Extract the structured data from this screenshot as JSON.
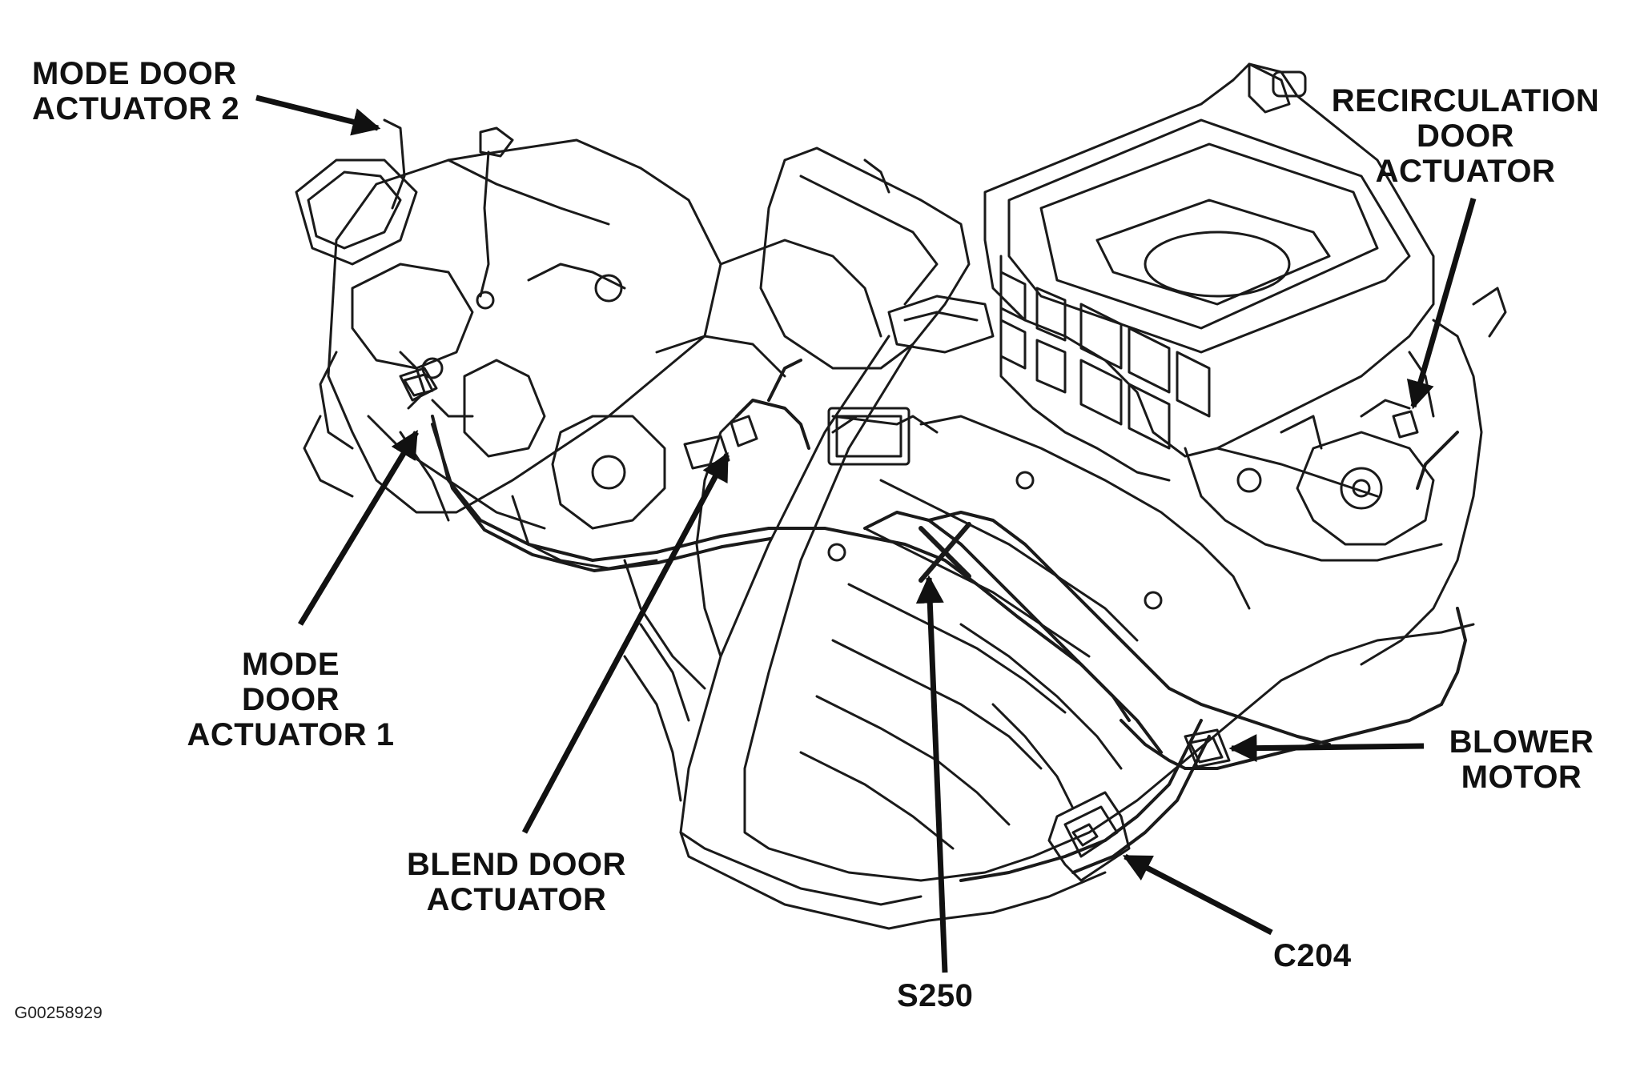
{
  "labels": {
    "mode_door_actuator_2": [
      "MODE DOOR",
      "ACTUATOR 2"
    ],
    "recirculation_door_actuator": [
      "RECIRCULATION",
      "DOOR",
      "ACTUATOR"
    ],
    "mode_door_actuator_1": [
      "MODE",
      "DOOR",
      "ACTUATOR 1"
    ],
    "blend_door_actuator": [
      "BLEND DOOR",
      "ACTUATOR"
    ],
    "blower_motor": [
      "BLOWER",
      "MOTOR"
    ],
    "c204": "C204",
    "s250": "S250"
  },
  "figure_code": "G00258929",
  "colors": {
    "ink": "#111111",
    "paper": "#ffffff"
  }
}
